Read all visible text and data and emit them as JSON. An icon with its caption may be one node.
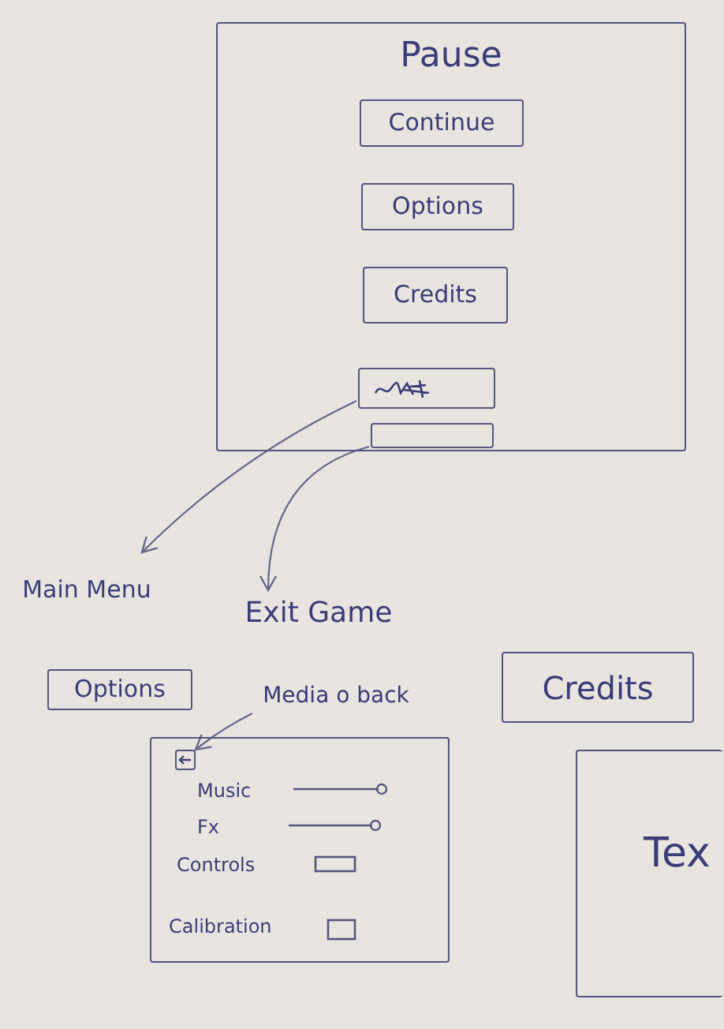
{
  "diagram": {
    "nodes": [
      {
        "text": [
          "Pause"
        ]
      },
      {
        "text": [
          "Continue"
        ],
        "in": 0
      },
      {
        "text": [
          "Options"
        ],
        "in": 0
      },
      {
        "text": [
          "Credits"
        ],
        "in": 0
      },
      {
        "text": [],
        "shape": "box",
        "in": 0
      },
      {
        "text": [],
        "shape": "box",
        "in": 0
      },
      {
        "text": [
          "Main Menu"
        ]
      },
      {
        "text": [
          "Exit Game"
        ]
      },
      {
        "text": [
          "Options"
        ]
      },
      {
        "text": [
          "Media o back"
        ]
      },
      {
        "text": [],
        "shape": "box"
      },
      {
        "text": [],
        "shape": "box",
        "in": 10
      },
      {
        "text": [
          "Credits"
        ]
      },
      {
        "text": [
          "Tex"
        ]
      }
    ],
    "edges": [
      {
        "from": 4,
        "to": 6,
        "arrow": "to"
      },
      {
        "from": 5,
        "to": 7,
        "arrow": "to"
      },
      {
        "from": 9,
        "to": 11,
        "arrow": "to"
      }
    ],
    "labels": [
      "Music",
      "Fx",
      "Controls",
      "Calibration"
    ]
  }
}
